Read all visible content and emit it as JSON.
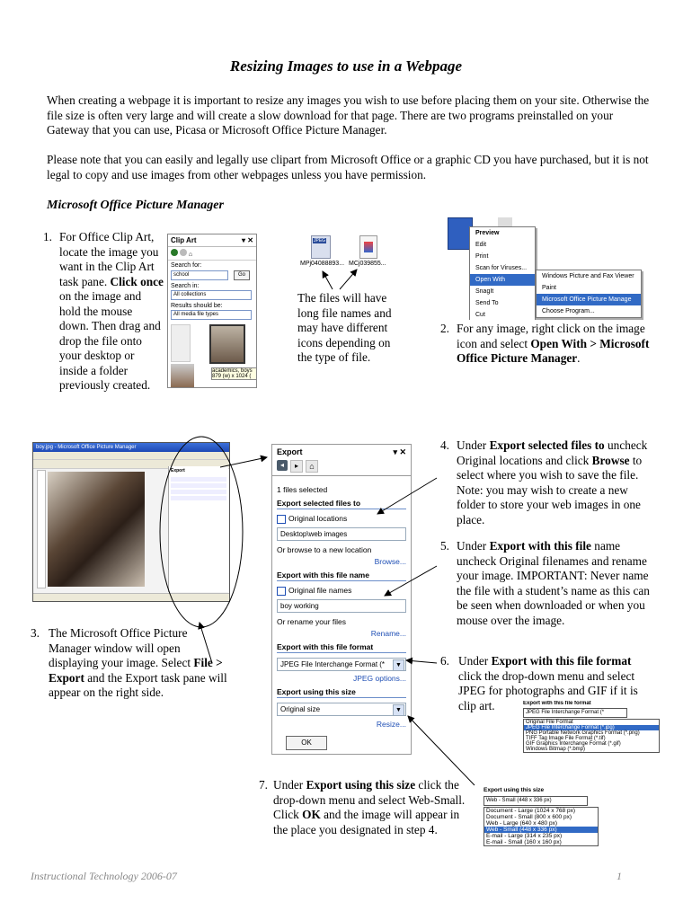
{
  "title": "Resizing Images to use in a Webpage",
  "intro_1": "When creating a webpage it is important to resize any images you wish to use before placing them on your site. Otherwise the file size is often very large and will create a slow download for that page. There are two programs preinstalled on your Gateway that you can use, Picasa or Microsoft Office Picture Manager.",
  "intro_2": "Please note that you can easily and legally use clipart from Microsoft Office or a graphic CD you have purchased, but it is not legal to copy and use images from other webpages unless you have permission.",
  "section_heading": "Microsoft Office Picture Manager",
  "steps": {
    "s1": {
      "num": "1.",
      "a": "For Office Clip Art, locate the image you want in the Clip Art task pane. ",
      "b": "Click once",
      "c": " on the image and hold the mouse down. Then drag and drop the file onto your desktop or inside a folder previously created."
    },
    "files_note": "The files will have long file names and may have different icons depending on the type of file.",
    "s2": {
      "num": "2.",
      "a": "For any image, right click on the image icon and select ",
      "b": "Open With > Microsoft Office Picture Manager",
      "c": "."
    },
    "s3": {
      "num": "3.",
      "a": "The Microsoft Office Picture Manager window will open displaying your image.  Select ",
      "b": "File > Export",
      "c": " and the Export task pane will appear on the right side."
    },
    "s4": {
      "num": "4.",
      "a": "Under ",
      "b": "Export selected files to",
      "c": " uncheck Original locations and click ",
      "d": "Browse",
      "e": " to select where you wish to save the file. Note: you may wish to create a new folder to store your web images in one place."
    },
    "s5": {
      "num": "5.",
      "a": "Under ",
      "b": "Export with this file",
      "c": " name uncheck Original filenames and rename your image.  IMPORTANT: Never name the file with a student’s name as this can be seen when downloaded or when you mouse over the image."
    },
    "s6": {
      "num": "6.",
      "a": "Under ",
      "b": "Export with this file format",
      "c": " click the drop-down menu and select JPEG for photographs and GIF if it is clip art."
    },
    "s7": {
      "num": "7.",
      "a": "Under ",
      "b": "Export using this size",
      "c": " click the drop-down menu and select Web-Small. Click ",
      "d": "OK",
      "e": " and the image will appear in the place you designated in step 4."
    }
  },
  "clipart_pane": {
    "title": "Clip Art",
    "search_for_label": "Search for:",
    "search_value": "school",
    "go": "Go",
    "search_in_label": "Search in:",
    "search_in_value": "All collections",
    "results_label": "Results should be:",
    "results_value": "All media file types",
    "thumb_caption": "academics, boys",
    "thumb_size": "879 (w) x 1024 ("
  },
  "file_icons": {
    "f1_badge": "JPEG",
    "f1": "MPj04088893...",
    "f2": "MCj039855..."
  },
  "context_menu": {
    "items": [
      "Preview",
      "Edit",
      "Print",
      "Scan for Viruses...",
      "Open With",
      "SnagIt",
      "Send To",
      "Cut"
    ],
    "submenu": [
      "Windows Picture and Fax Viewer",
      "Paint",
      "Microsoft Office Picture Manage",
      "Choose Program..."
    ]
  },
  "export_pane": {
    "title": "Export",
    "files_selected": "1 files selected",
    "sec1": "Export selected files to",
    "chk1": "Original locations",
    "folder": "Desktop\\web images",
    "browse_text": "Or browse to a new location",
    "browse": "Browse...",
    "sec2": "Export with this file name",
    "chk2": "Original file names",
    "name_value": "boy working",
    "rename_text": "Or rename your files",
    "rename": "Rename...",
    "sec3": "Export with this file format",
    "format_value": "JPEG File Interchange Format (*",
    "jpeg_opts": "JPEG options...",
    "sec4": "Export using this size",
    "size_value": "Original size",
    "resize": "Resize...",
    "ok": "OK"
  },
  "format_dropdown": {
    "header": "Export with this file format",
    "selected": "JPEG File Interchange Format (*",
    "options": [
      "Original File Format",
      "JPEG File Interchange Format (*.jpg)",
      "PNG Portable Network Graphics Format (*.png)",
      "TIFF Tag Image File Format (*.tif)",
      "GIF Graphics Interchange Format (*.gif)",
      "Windows Bitmap (*.bmp)"
    ]
  },
  "size_dropdown": {
    "header": "Export using this size",
    "selected": "Web - Small (448 x 336 px)",
    "options": [
      "Document - Large (1024 x 768 px)",
      "Document - Small (800 x 600 px)",
      "Web - Large (640 x 480 px)",
      "Web - Small (448 x 336 px)",
      "E-mail - Large (314 x 235 px)",
      "E-mail - Small (160 x 160 px)"
    ]
  },
  "pm_window": {
    "title": "boy.jpg - Microsoft Office Picture Manager",
    "pane_title": "Export"
  },
  "footer_left": "Instructional Technology 2006-07",
  "footer_right": "1"
}
